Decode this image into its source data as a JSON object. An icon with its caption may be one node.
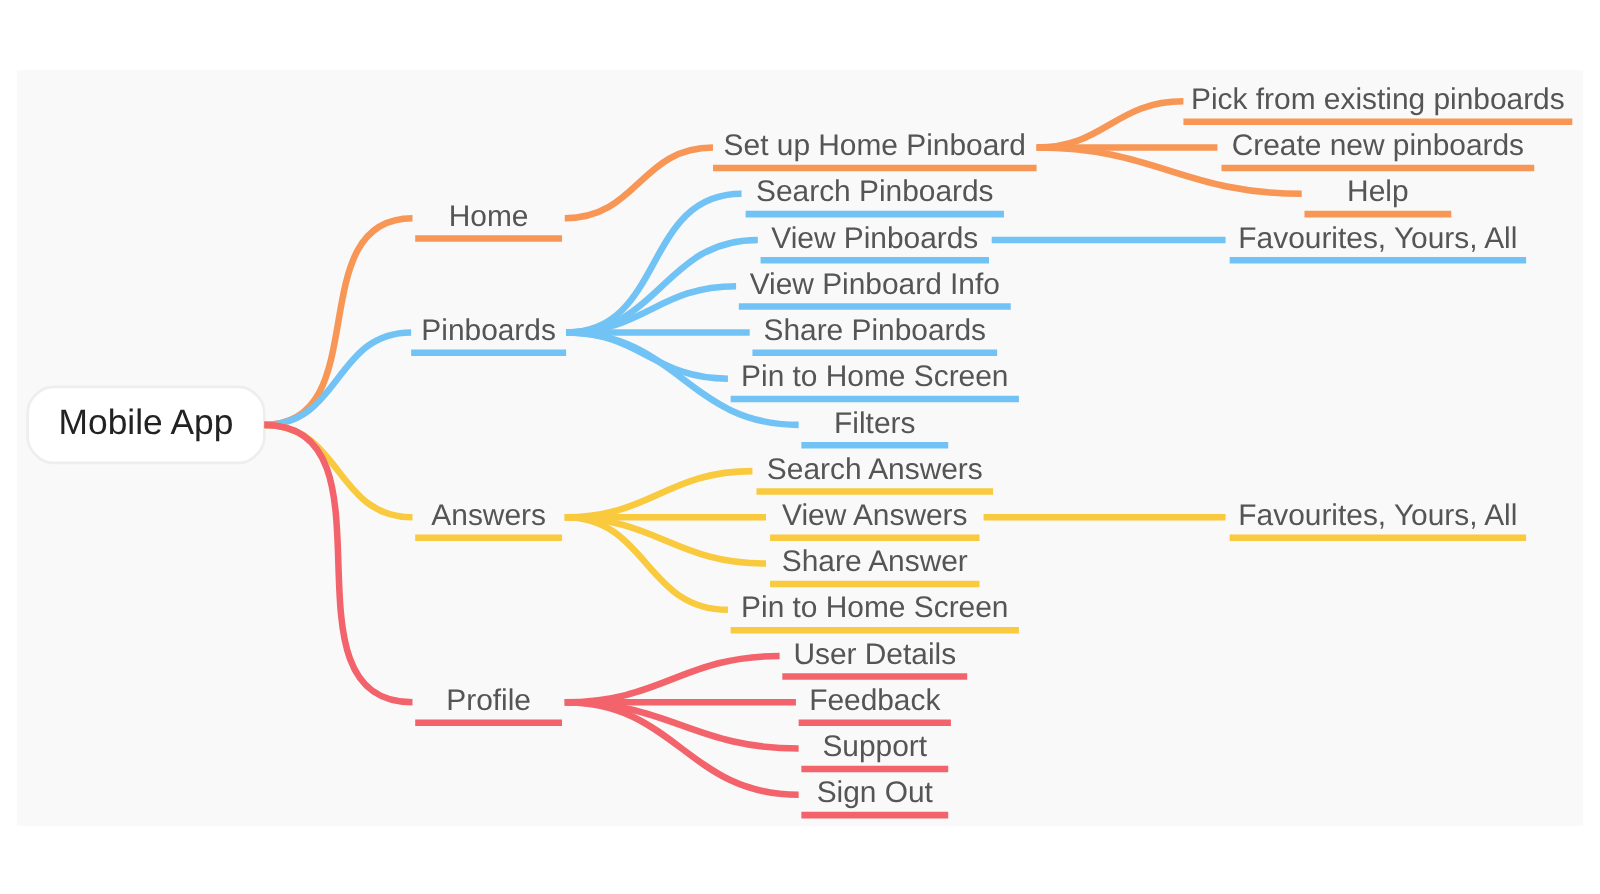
{
  "diagram": {
    "nodes": [
      {
        "text": [
          "Mobile App"
        ]
      },
      {
        "text": [
          "Home"
        ]
      },
      {
        "text": [
          "Set up Home Pinboard"
        ]
      },
      {
        "text": [
          "Pick from existing pinboards"
        ]
      },
      {
        "text": [
          "Create new pinboards"
        ]
      },
      {
        "text": [
          "Help"
        ]
      },
      {
        "text": [
          "Pinboards"
        ]
      },
      {
        "text": [
          "Search Pinboards"
        ]
      },
      {
        "text": [
          "View Pinboards"
        ]
      },
      {
        "text": [
          "Favourites, Yours, All"
        ]
      },
      {
        "text": [
          "View Pinboard Info"
        ]
      },
      {
        "text": [
          "Share Pinboards"
        ]
      },
      {
        "text": [
          "Pin to Home Screen"
        ]
      },
      {
        "text": [
          "Filters"
        ]
      },
      {
        "text": [
          "Answers"
        ]
      },
      {
        "text": [
          "Search Answers"
        ]
      },
      {
        "text": [
          "View Answers"
        ]
      },
      {
        "text": [
          "Favourites, Yours, All"
        ]
      },
      {
        "text": [
          "Share Answer"
        ]
      },
      {
        "text": [
          "Pin to Home Screen"
        ]
      },
      {
        "text": [
          "Profile"
        ]
      },
      {
        "text": [
          "User Details"
        ]
      },
      {
        "text": [
          "Feedback"
        ]
      },
      {
        "text": [
          "Support"
        ]
      },
      {
        "text": [
          "Sign Out"
        ]
      }
    ],
    "edges": [
      {
        "from": 0,
        "to": 1,
        "arrow": "none",
        "color": "#f79655"
      },
      {
        "from": 1,
        "to": 2,
        "arrow": "none",
        "color": "#f79655"
      },
      {
        "from": 2,
        "to": 3,
        "arrow": "none",
        "color": "#f79655"
      },
      {
        "from": 2,
        "to": 4,
        "arrow": "none",
        "color": "#f79655"
      },
      {
        "from": 2,
        "to": 5,
        "arrow": "none",
        "color": "#f79655"
      },
      {
        "from": 0,
        "to": 6,
        "arrow": "none",
        "color": "#72c3f5"
      },
      {
        "from": 6,
        "to": 7,
        "arrow": "none",
        "color": "#72c3f5"
      },
      {
        "from": 6,
        "to": 8,
        "arrow": "none",
        "color": "#72c3f5"
      },
      {
        "from": 8,
        "to": 9,
        "arrow": "none",
        "color": "#72c3f5"
      },
      {
        "from": 6,
        "to": 10,
        "arrow": "none",
        "color": "#72c3f5"
      },
      {
        "from": 6,
        "to": 11,
        "arrow": "none",
        "color": "#72c3f5"
      },
      {
        "from": 6,
        "to": 12,
        "arrow": "none",
        "color": "#72c3f5"
      },
      {
        "from": 6,
        "to": 13,
        "arrow": "none",
        "color": "#72c3f5"
      },
      {
        "from": 0,
        "to": 14,
        "arrow": "none",
        "color": "#f9c93e"
      },
      {
        "from": 14,
        "to": 15,
        "arrow": "none",
        "color": "#f9c93e"
      },
      {
        "from": 14,
        "to": 16,
        "arrow": "none",
        "color": "#f9c93e"
      },
      {
        "from": 16,
        "to": 17,
        "arrow": "none",
        "color": "#f9c93e"
      },
      {
        "from": 14,
        "to": 18,
        "arrow": "none",
        "color": "#f9c93e"
      },
      {
        "from": 14,
        "to": 19,
        "arrow": "none",
        "color": "#f9c93e"
      },
      {
        "from": 0,
        "to": 20,
        "arrow": "none",
        "color": "#f2636b"
      },
      {
        "from": 20,
        "to": 21,
        "arrow": "none",
        "color": "#f2636b"
      },
      {
        "from": 20,
        "to": 22,
        "arrow": "none",
        "color": "#f2636b"
      },
      {
        "from": 20,
        "to": 23,
        "arrow": "none",
        "color": "#f2636b"
      },
      {
        "from": 20,
        "to": 24,
        "arrow": "none",
        "color": "#f2636b"
      }
    ]
  }
}
